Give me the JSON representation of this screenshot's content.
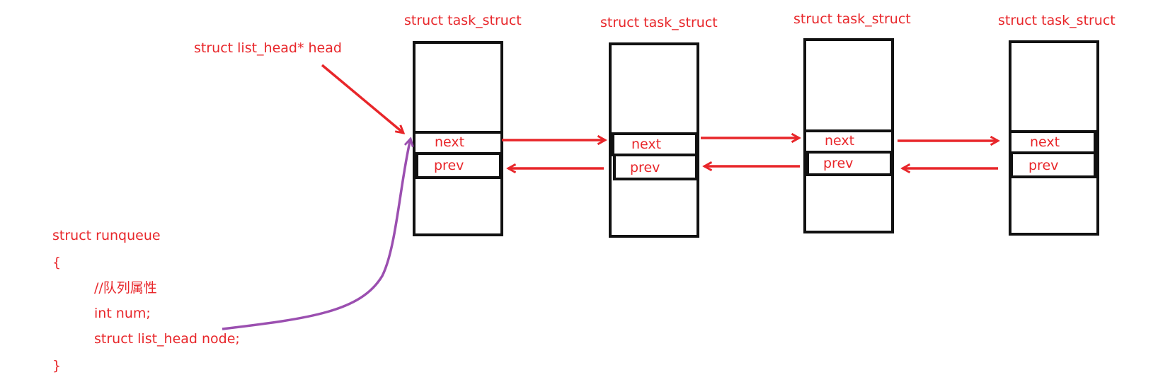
{
  "colors": {
    "label": "#e8262a",
    "box": "#111111",
    "arrow": "#e8262a",
    "curve": "#9b4fb0"
  },
  "head_label": "struct list_head* head",
  "nodes": [
    {
      "title": "struct task_struct",
      "next": "next",
      "prev": "prev"
    },
    {
      "title": "struct task_struct",
      "next": "next",
      "prev": "prev"
    },
    {
      "title": "struct task_struct",
      "next": "next",
      "prev": "prev"
    },
    {
      "title": "struct task_struct",
      "next": "next",
      "prev": "prev"
    }
  ],
  "code": {
    "lines": [
      "struct runqueue",
      "{",
      "//队列属性",
      "int num;",
      "struct list_head node;",
      "}"
    ]
  }
}
